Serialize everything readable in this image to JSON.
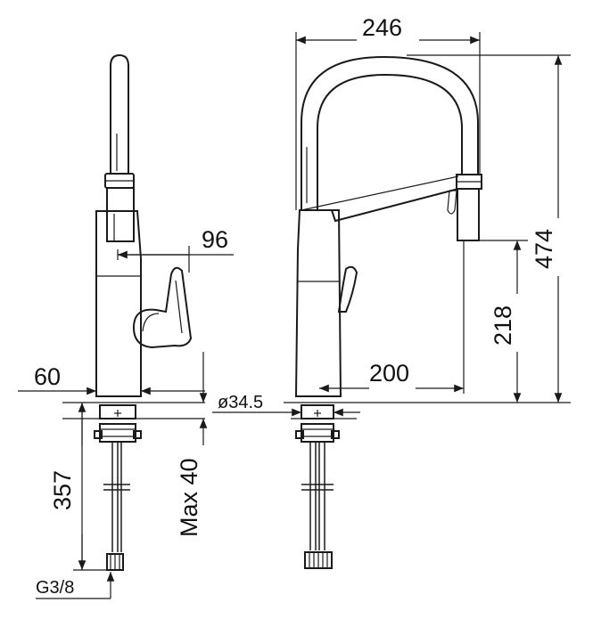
{
  "drawing": {
    "side_view": {
      "spout_reach": "96",
      "base_width": "60",
      "hose_length": "357",
      "mount_thickness": "Max 40",
      "connection_thread": "G3/8"
    },
    "front_view": {
      "total_width": "246",
      "total_height": "474",
      "spout_height": "218",
      "spout_projection": "200",
      "hole_diameter": "ø34.5"
    },
    "colors": {
      "line": "#1a1a1a",
      "body_fill": "#ffffff"
    }
  }
}
